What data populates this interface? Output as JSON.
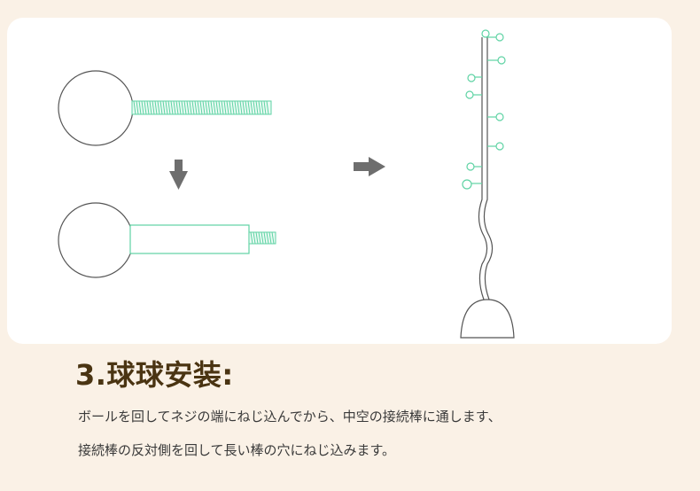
{
  "heading": "3.球球安装:",
  "instructions": [
    "ボールを回してネジの端にねじ込んでから、中空の接続棒に通します、",
    "接続棒の反対側を回して長い棒の穴にねじ込みます。"
  ],
  "colors": {
    "page_background": "#faf1e6",
    "card_background": "#ffffff",
    "heading": "#4a3412",
    "accent_green": "#5fd3a4",
    "arrow_gray": "#6e6e6e"
  }
}
